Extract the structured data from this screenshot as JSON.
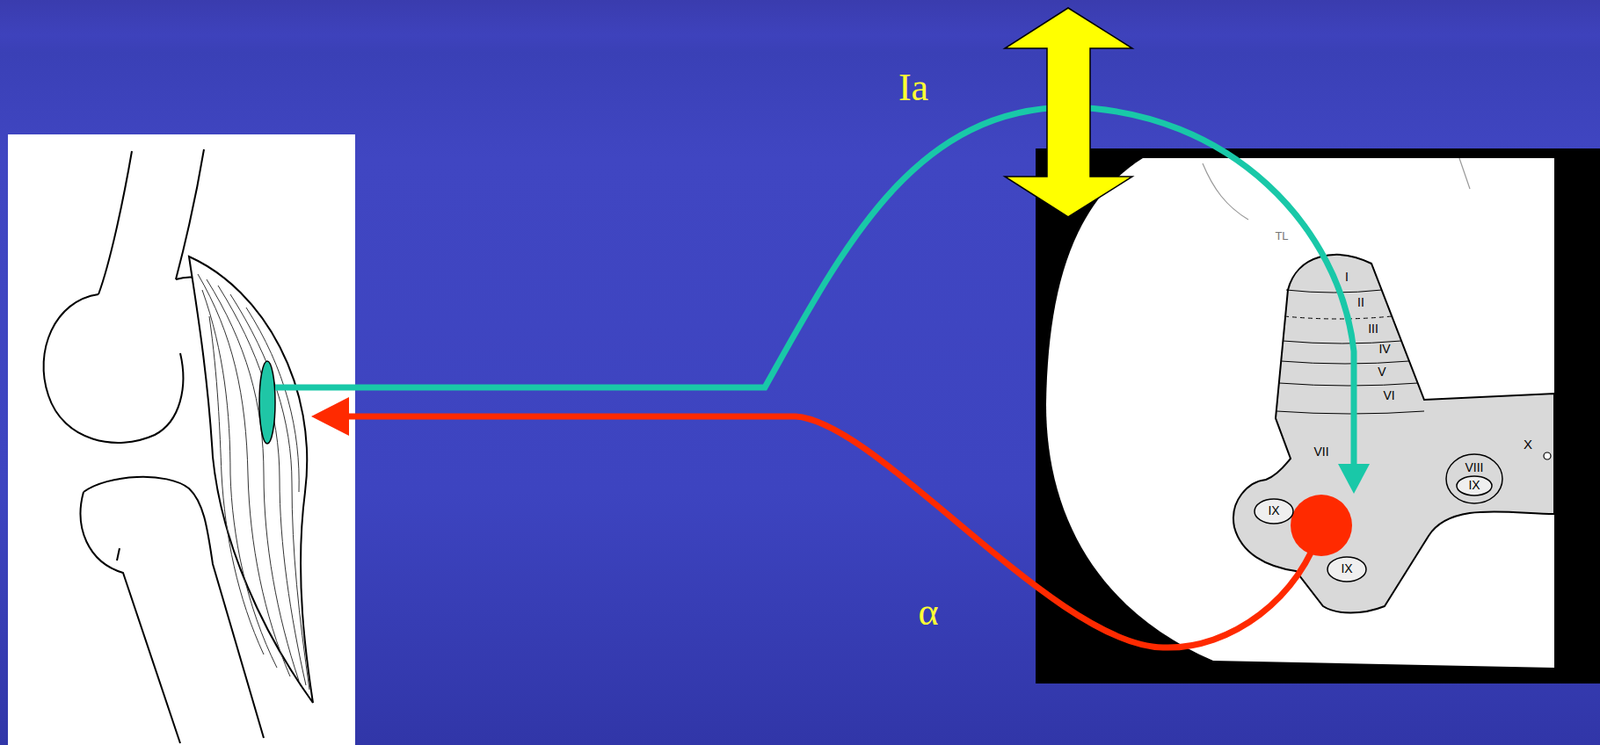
{
  "diagram": {
    "nodes": [
      {
        "text": [
          "VIII"
        ]
      },
      {
        "text": [
          "IX"
        ],
        "in": 0
      },
      {
        "text": [
          "IX"
        ]
      },
      {
        "text": [
          "IX"
        ]
      }
    ],
    "labels": [
      "Ia",
      "α",
      "TL",
      "I",
      "II",
      "III",
      "IV",
      "V",
      "VI",
      "VII",
      "X"
    ]
  }
}
